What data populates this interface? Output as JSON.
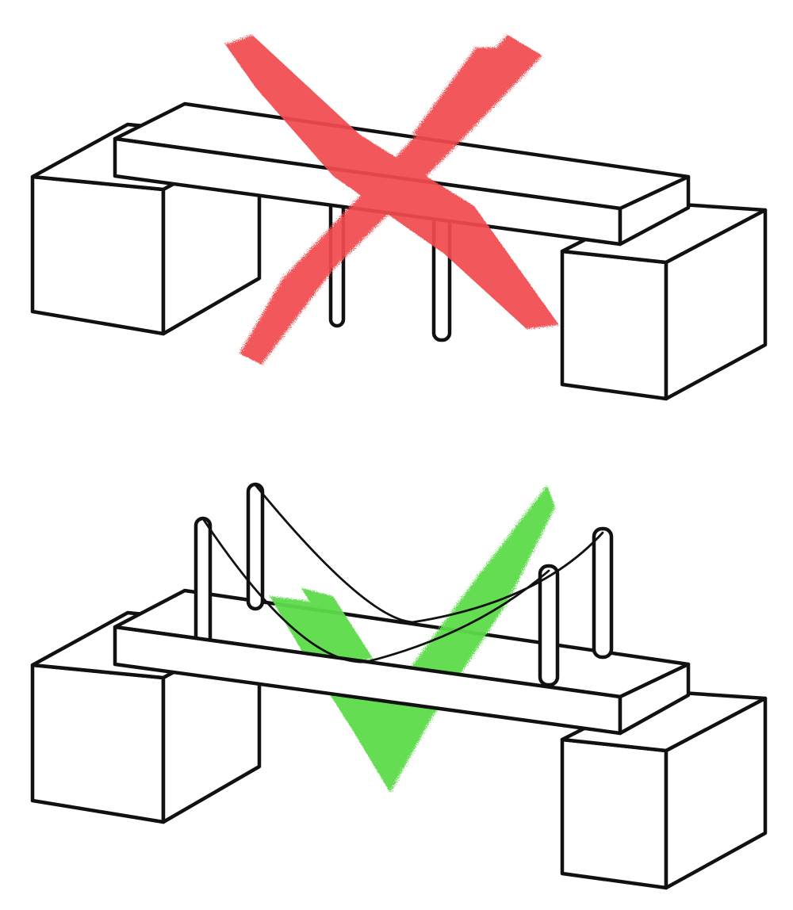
{
  "panels": [
    {
      "id": "incorrect",
      "verdict": "wrong",
      "mark": "x-mark-icon",
      "mark_color": "#f24b4f",
      "structure": "slab-supported-by-thin-posts"
    },
    {
      "id": "correct",
      "verdict": "right",
      "mark": "check-mark-icon",
      "mark_color": "#5cdc48",
      "structure": "suspension-bridge-with-towers-and-cables"
    }
  ],
  "colors": {
    "line": "#111111",
    "background": "#ffffff"
  }
}
